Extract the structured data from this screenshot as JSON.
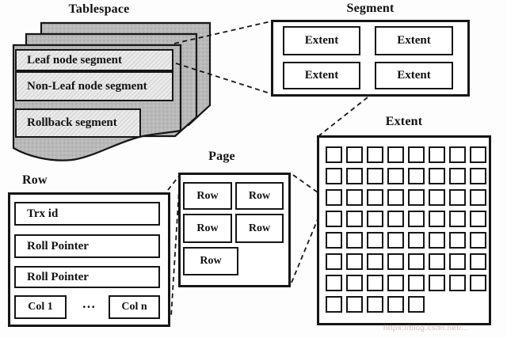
{
  "tablespace": {
    "label": "Tablespace",
    "segments": [
      "Leaf node segment",
      "Non-Leaf node segment",
      "Rollback segment"
    ]
  },
  "segment": {
    "label": "Segment",
    "extents": [
      "Extent",
      "Extent",
      "Extent",
      "Extent"
    ]
  },
  "extent": {
    "label": "Extent",
    "page_grid": {
      "columns": 8,
      "total_cells": 61
    }
  },
  "page": {
    "label": "Page",
    "cells": [
      "Row",
      "Row",
      "Row",
      "Row",
      "Row"
    ]
  },
  "row": {
    "label": "Row",
    "fields": [
      "Trx id",
      "Roll Pointer",
      "Roll Pointer"
    ],
    "columns": {
      "first": "Col 1",
      "ellipsis": "···",
      "last": "Col n"
    }
  },
  "watermark": "https://blog.csdn.net/...",
  "colors": {
    "sheet_fill": "#b9b9b9",
    "sheet_box_fill": "#e4e4e4",
    "box_fill": "#ffffff",
    "line": "#161616",
    "watermark": "#cfa9a9"
  }
}
